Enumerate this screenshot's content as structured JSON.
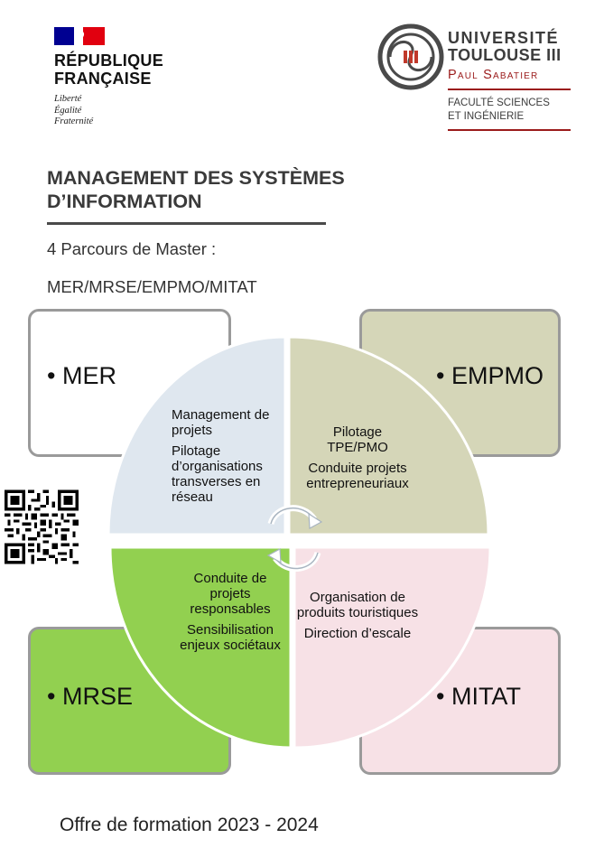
{
  "header": {
    "republique": {
      "title_line1": "RÉPUBLIQUE",
      "title_line2": "FRANÇAISE",
      "motto": [
        "Liberté",
        "Égalité",
        "Fraternité"
      ],
      "flag_colors": [
        "#000091",
        "#ffffff",
        "#e1000f"
      ]
    },
    "universite": {
      "name_line1": "UNIVERSITÉ",
      "name_line2": "TOULOUSE III",
      "name_line3": "Paul Sabatier",
      "faculty_line1": "FACULTÉ SCIENCES",
      "faculty_line2": "ET INGÉNIERIE",
      "accent_color": "#9b1b1b"
    }
  },
  "title": "MANAGEMENT DES SYSTÈMES D’INFORMATION",
  "subtitle_line1": "4 Parcours de Master :",
  "subtitle_line2": "MER/MRSE/EMPMO/MITAT",
  "parcours": {
    "mer": {
      "label": "• MER",
      "color": "#ffffff"
    },
    "empmo": {
      "label": "• EMPMO",
      "color": "#d5d6b8"
    },
    "mrse": {
      "label": "• MRSE",
      "color": "#92d050"
    },
    "mitat": {
      "label": "• MITAT",
      "color": "#f7e1e6"
    }
  },
  "quadrants": {
    "top_left": {
      "items": [
        "Management de projets",
        "Pilotage d’organisations transverses en réseau"
      ],
      "color": "#dfe7ef"
    },
    "top_right": {
      "items": [
        "Pilotage TPE/PMO",
        "Conduite projets entrepreneuriaux"
      ],
      "color": "#d5d6b8"
    },
    "bottom_left": {
      "items": [
        "Conduite de projets responsables",
        "Sensibilisation enjeux sociétaux"
      ],
      "color": "#92d050"
    },
    "bottom_right": {
      "items": [
        "Organisation de produits touristiques",
        "Direction d’escale"
      ],
      "color": "#f7e1e6"
    }
  },
  "icons": {
    "center": "cycle-arrows-icon",
    "qr": "qr-code-icon"
  },
  "footer": "Offre de formation 2023 - 2024"
}
